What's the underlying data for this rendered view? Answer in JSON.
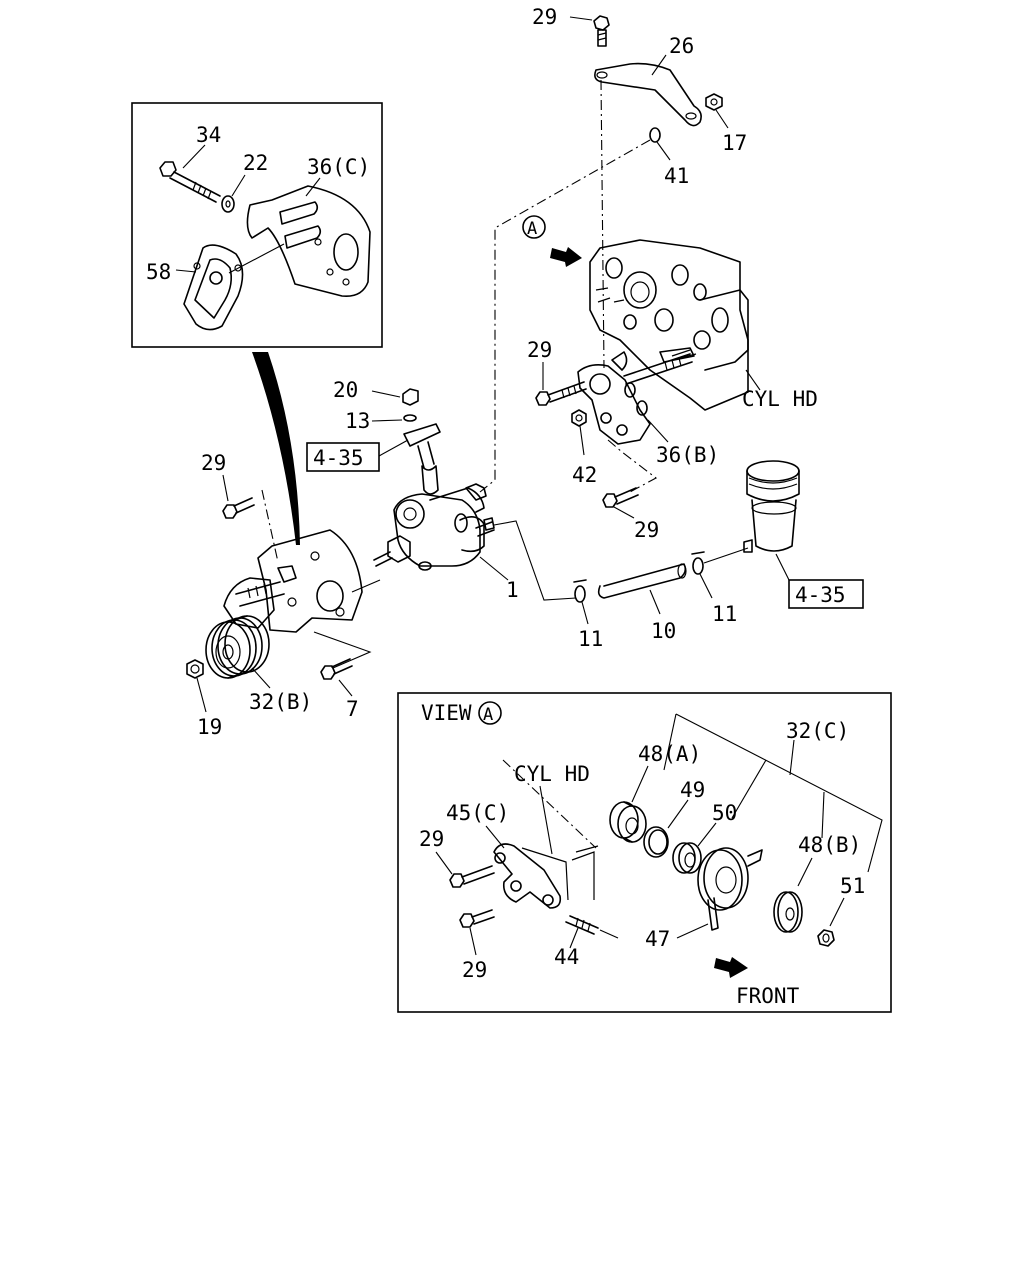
{
  "labels": {
    "p29_top": "29",
    "p26": "26",
    "p17": "17",
    "p41": "41",
    "p34": "34",
    "p22": "22",
    "p36c": "36(C)",
    "p58": "58",
    "circle_a": "A",
    "p29_cyl": "29",
    "cyl_hd": "CYL HD",
    "p20": "20",
    "p13": "13",
    "ref_4_35_a": "4-35",
    "p42": "42",
    "p36b": "36(B)",
    "p29_left": "29",
    "p29_mid": "29",
    "p1": "1",
    "p11_left": "11",
    "p10": "10",
    "p11_right": "11",
    "ref_4_35_b": "4-35",
    "p32b": "32(B)",
    "p19": "19",
    "p7": "7"
  },
  "view_a": {
    "title": "VIEW",
    "circle": "A",
    "cyl_hd": "CYL HD",
    "p48a": "48(A)",
    "p32c": "32(C)",
    "p49": "49",
    "p50": "50",
    "p45c": "45(C)",
    "p29_upper": "29",
    "p48b": "48(B)",
    "p51": "51",
    "p47": "47",
    "p44": "44",
    "p29_lower": "29",
    "front": "FRONT"
  }
}
